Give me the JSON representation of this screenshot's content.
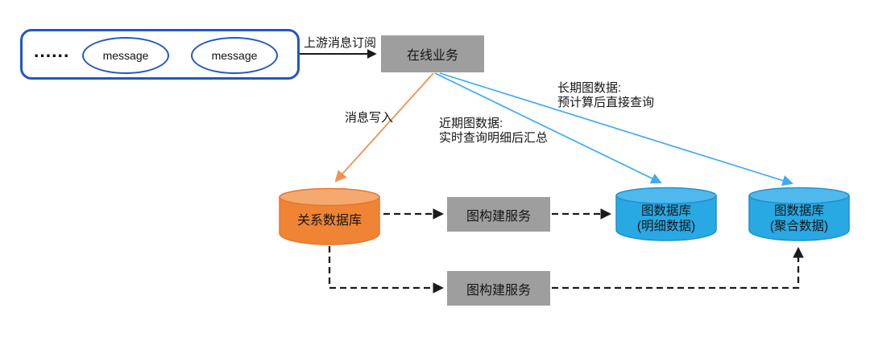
{
  "colors": {
    "queue_border": "#2256C5",
    "gray_node": "#9E9E9E",
    "orange_cylinder_body": "#EF8435",
    "orange_cylinder_top": "#F4A96F",
    "blue_cylinder_body": "#29A9E4",
    "blue_cylinder_top": "#4FB8EC",
    "orange_arrow": "#F5914F",
    "blue_arrow": "#3FA9F5",
    "black_arrow": "#1A1A1A"
  },
  "message_queue": {
    "ellipsis": "......",
    "messages": [
      "message",
      "message"
    ]
  },
  "edge_labels": {
    "upstream_subscribe": "上游消息订阅",
    "message_write": "消息写入",
    "recent_graph": [
      "近期图数据:",
      "实时查询明细后汇总"
    ],
    "longterm_graph": [
      "长期图数据:",
      "预计算后直接查询"
    ]
  },
  "nodes": {
    "online_service": "在线业务",
    "relational_db": "关系数据库",
    "graph_build_service_top": "图构建服务",
    "graph_build_service_bottom": "图构建服务",
    "graph_db_detail": [
      "图数据库",
      "(明细数据)"
    ],
    "graph_db_aggregate": [
      "图数据库",
      "(聚合数据)"
    ]
  }
}
